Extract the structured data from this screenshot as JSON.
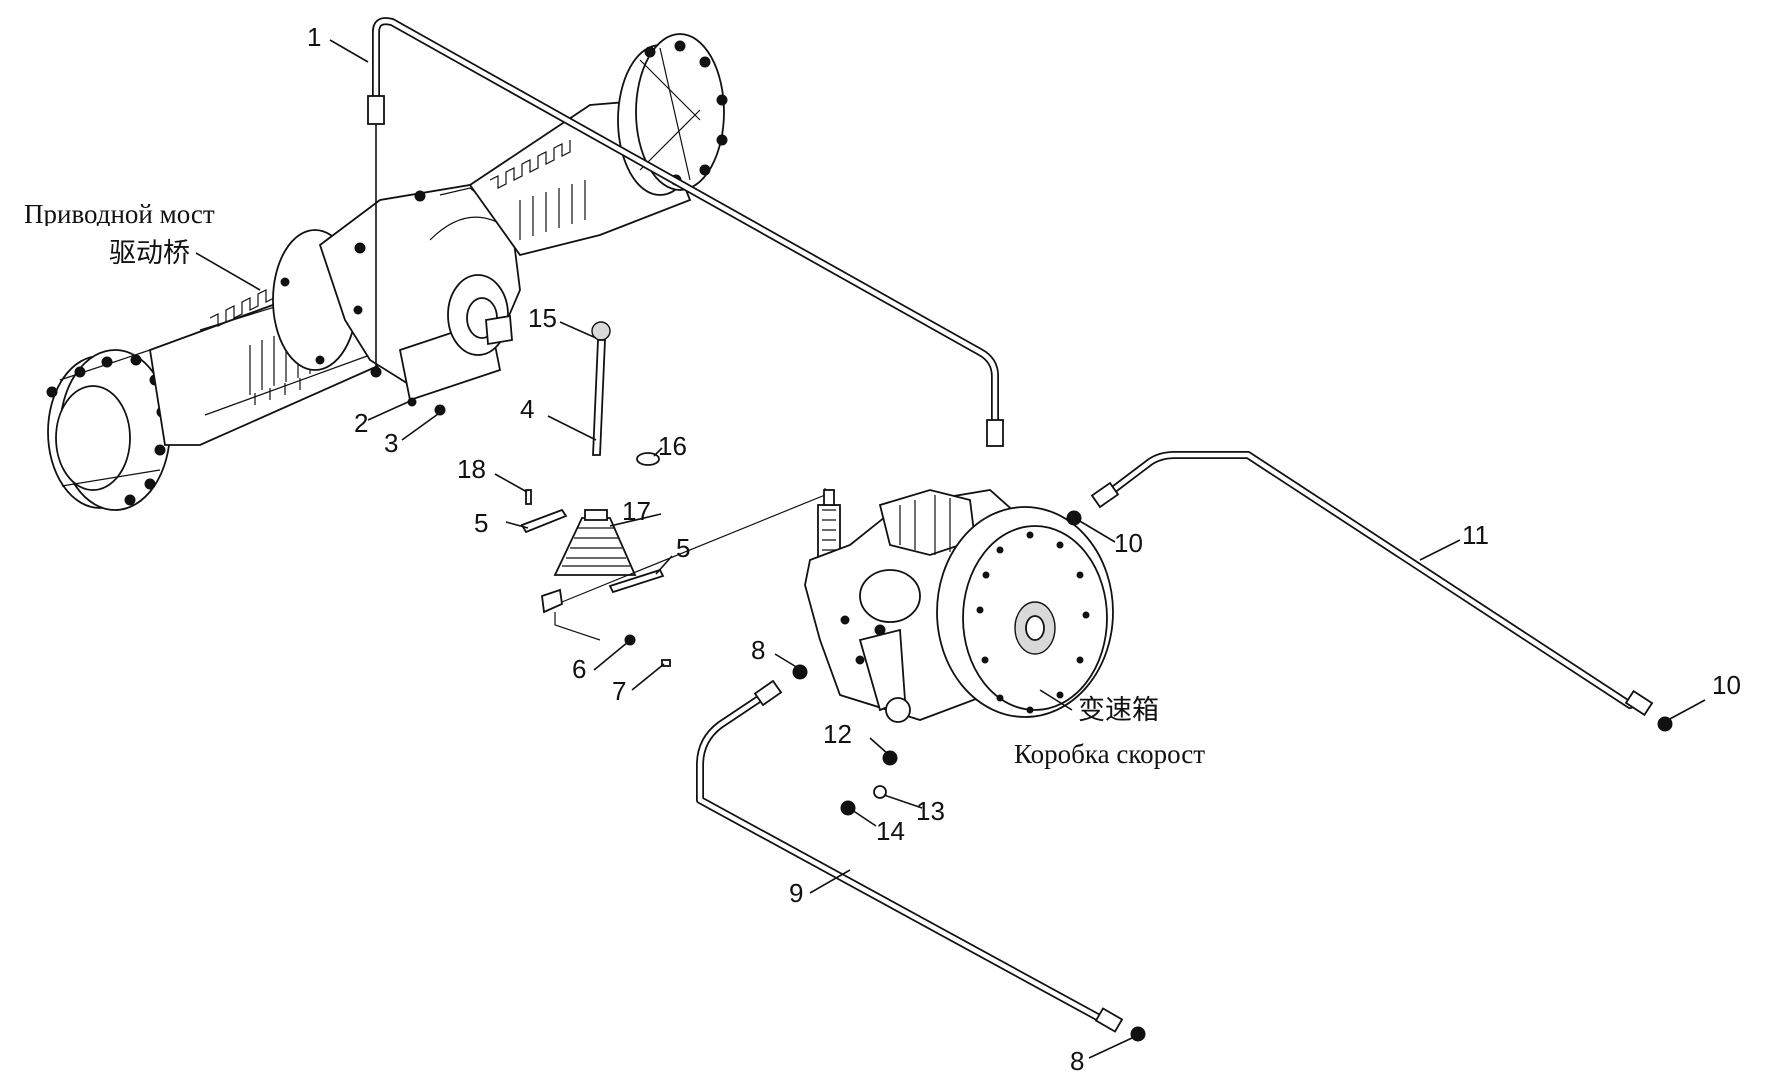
{
  "captions": {
    "axle_ru": "Приводной мост",
    "axle_cn": "驱动桥",
    "gearbox_cn": "变速箱",
    "gearbox_ru": "Коробка скорост"
  },
  "callouts": {
    "c1": "1",
    "c2": "2",
    "c3": "3",
    "c4": "4",
    "c5a": "5",
    "c5b": "5",
    "c6": "6",
    "c7": "7",
    "c8a": "8",
    "c8b": "8",
    "c9": "9",
    "c10a": "10",
    "c10b": "10",
    "c11": "11",
    "c12": "12",
    "c13": "13",
    "c14": "14",
    "c15": "15",
    "c16": "16",
    "c17": "17",
    "c18": "18"
  }
}
